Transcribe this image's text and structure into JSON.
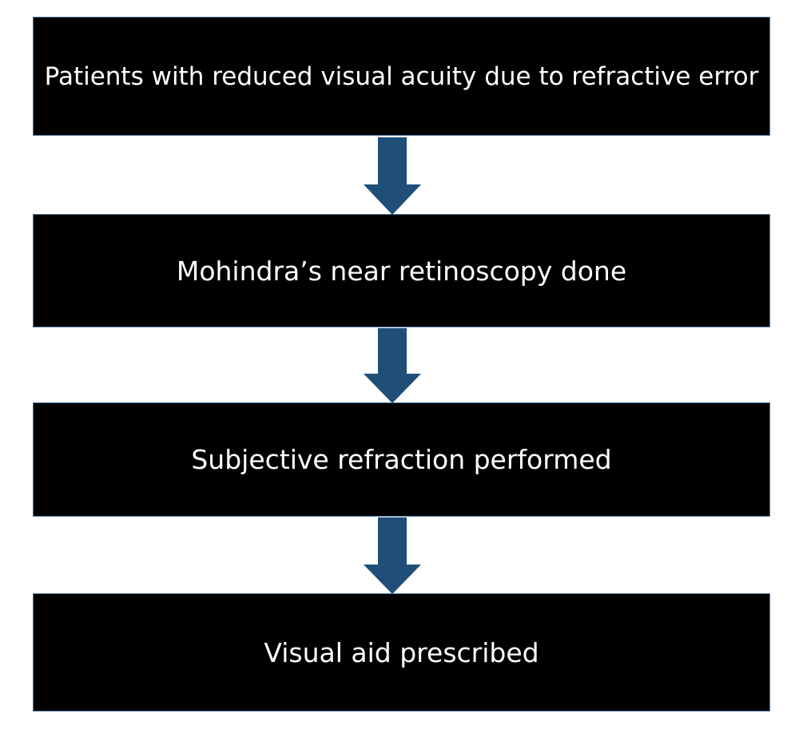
{
  "flowchart": {
    "steps": [
      {
        "label": "Patients with reduced visual acuity due to refractive error"
      },
      {
        "label": "Mohindra’s near retinoscopy done"
      },
      {
        "label": "Subjective refraction performed"
      },
      {
        "label": "Visual aid prescribed"
      }
    ],
    "colors": {
      "box_fill": "#000000",
      "box_border": "#41719c",
      "box_text": "#ffffff",
      "arrow_fill": "#1f4e79"
    },
    "arrows": [
      {
        "icon": "down-arrow-icon",
        "from_step": 1,
        "to_step": 2
      },
      {
        "icon": "down-arrow-icon",
        "from_step": 2,
        "to_step": 3
      },
      {
        "icon": "down-arrow-icon",
        "from_step": 3,
        "to_step": 4
      }
    ]
  }
}
